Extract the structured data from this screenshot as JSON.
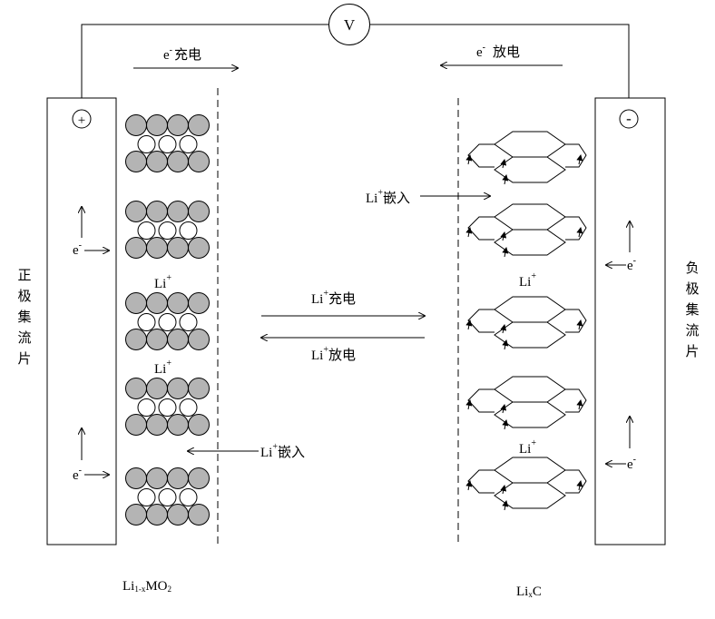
{
  "voltmeter": {
    "symbol": "V"
  },
  "wire_arrows": {
    "charge": {
      "electron": "e",
      "electron_sup": "-",
      "text": "充电"
    },
    "discharge": {
      "electron": "e",
      "electron_sup": "-",
      "text": "放电"
    }
  },
  "positive_electrode": {
    "terminal": "+",
    "collector_label": [
      "正",
      "极",
      "集",
      "流",
      "片"
    ],
    "electron_labels": [
      {
        "text": "e",
        "sup": "-"
      },
      {
        "text": "e",
        "sup": "-"
      }
    ],
    "material": {
      "base": "Li",
      "sub": "1-x",
      "mid": "MO",
      "sub2": "2"
    },
    "ion_labels": [
      {
        "text": "Li",
        "sup": "+"
      },
      {
        "text": "Li",
        "sup": "+"
      }
    ],
    "insert_label": {
      "text": "Li",
      "sup": "+",
      "suffix": "嵌入"
    }
  },
  "negative_electrode": {
    "terminal": "-",
    "collector_label": [
      "负",
      "极",
      "集",
      "流",
      "片"
    ],
    "electron_labels": [
      {
        "text": "e",
        "sup": "-"
      },
      {
        "text": "e",
        "sup": "-"
      }
    ],
    "material": {
      "base": "Li",
      "sub": "x",
      "mid": "C"
    },
    "ion_labels": [
      {
        "text": "Li",
        "sup": "+"
      },
      {
        "text": "Li",
        "sup": "+"
      }
    ],
    "insert_label": {
      "text": "Li",
      "sup": "+",
      "suffix": "嵌入"
    }
  },
  "center_arrows": {
    "charge": {
      "text": "Li",
      "sup": "+",
      "suffix": "充电"
    },
    "discharge": {
      "text": "Li",
      "sup": "+",
      "suffix": "放电"
    }
  },
  "colors": {
    "line": "#000000",
    "filled_atom": "#b4b4b4",
    "empty_atom": "#ffffff"
  }
}
